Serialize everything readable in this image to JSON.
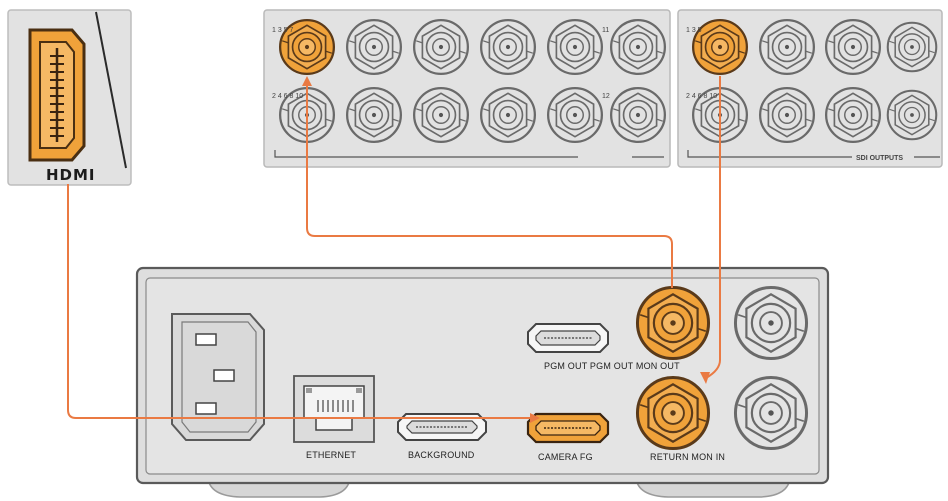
{
  "hdmi_card": {
    "brand": "HDMI"
  },
  "switcher": {
    "left_group": {
      "top_numbers": "1 3 5 7",
      "top_right_number": "11",
      "bottom_numbers": "2 4 6 8 10",
      "bottom_right_number": "12"
    },
    "right_group": {
      "top_numbers": "1 3 5",
      "bottom_numbers": "2 4 6 8 10",
      "section_label": "SDI OUTPUTS"
    }
  },
  "device": {
    "ports": {
      "ethernet": "ETHERNET",
      "background": "BACKGROUND",
      "camera_fg": "CAMERA FG",
      "pgm_out": "PGM OUT PGM OUT MON OUT",
      "return_mon_in": "RETURN MON IN"
    }
  },
  "colors": {
    "accent": "#f0a23a",
    "cable": "#ea7a43",
    "panel": "#e2e2e2",
    "outline": "#555555"
  },
  "icons": {
    "bnc": "bnc-connector-icon",
    "hdmi": "hdmi-port-icon",
    "rj45": "ethernet-port-icon",
    "power": "iec-power-socket-icon"
  }
}
